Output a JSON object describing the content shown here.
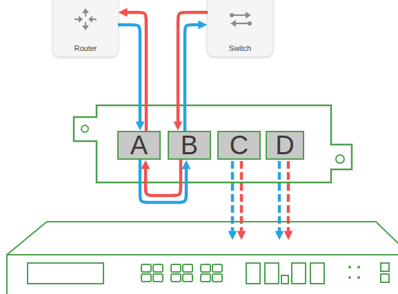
{
  "diagram": {
    "nodes": [
      {
        "text": [
          "Router"
        ]
      },
      {
        "text": [
          "Switch"
        ]
      },
      {
        "text": [
          "A"
        ]
      },
      {
        "text": [
          "B"
        ]
      },
      {
        "text": [
          "C"
        ]
      },
      {
        "text": [
          "D"
        ]
      }
    ],
    "edges": [
      {
        "from": 0,
        "to": 2,
        "arrow": "to"
      },
      {
        "from": 2,
        "to": 0,
        "arrow": "to"
      },
      {
        "from": 3,
        "to": 1,
        "arrow": "to"
      },
      {
        "from": 1,
        "to": 3,
        "arrow": "to"
      },
      {
        "from": 3,
        "to": 2,
        "arrow": "to"
      },
      {
        "from": 2,
        "to": 3,
        "arrow": "to"
      }
    ]
  }
}
